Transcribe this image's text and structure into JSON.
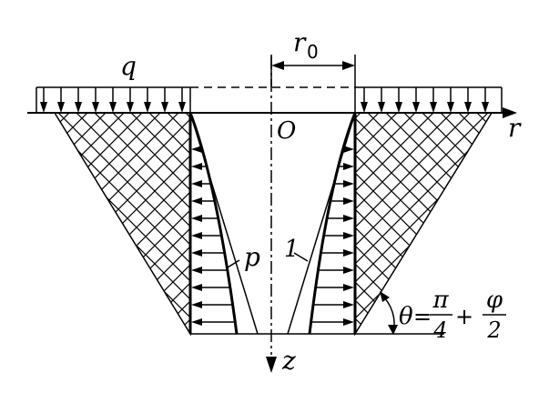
{
  "labels": {
    "q": "q",
    "r0_main": "r",
    "r0_sub": "0",
    "r_axis": "r",
    "origin": "O",
    "z_axis": "z",
    "p": "p",
    "one": "1",
    "theta": "θ",
    "equals": "=",
    "pi": "π",
    "four": "4",
    "plus": "+",
    "phi": "φ",
    "two": "2"
  }
}
